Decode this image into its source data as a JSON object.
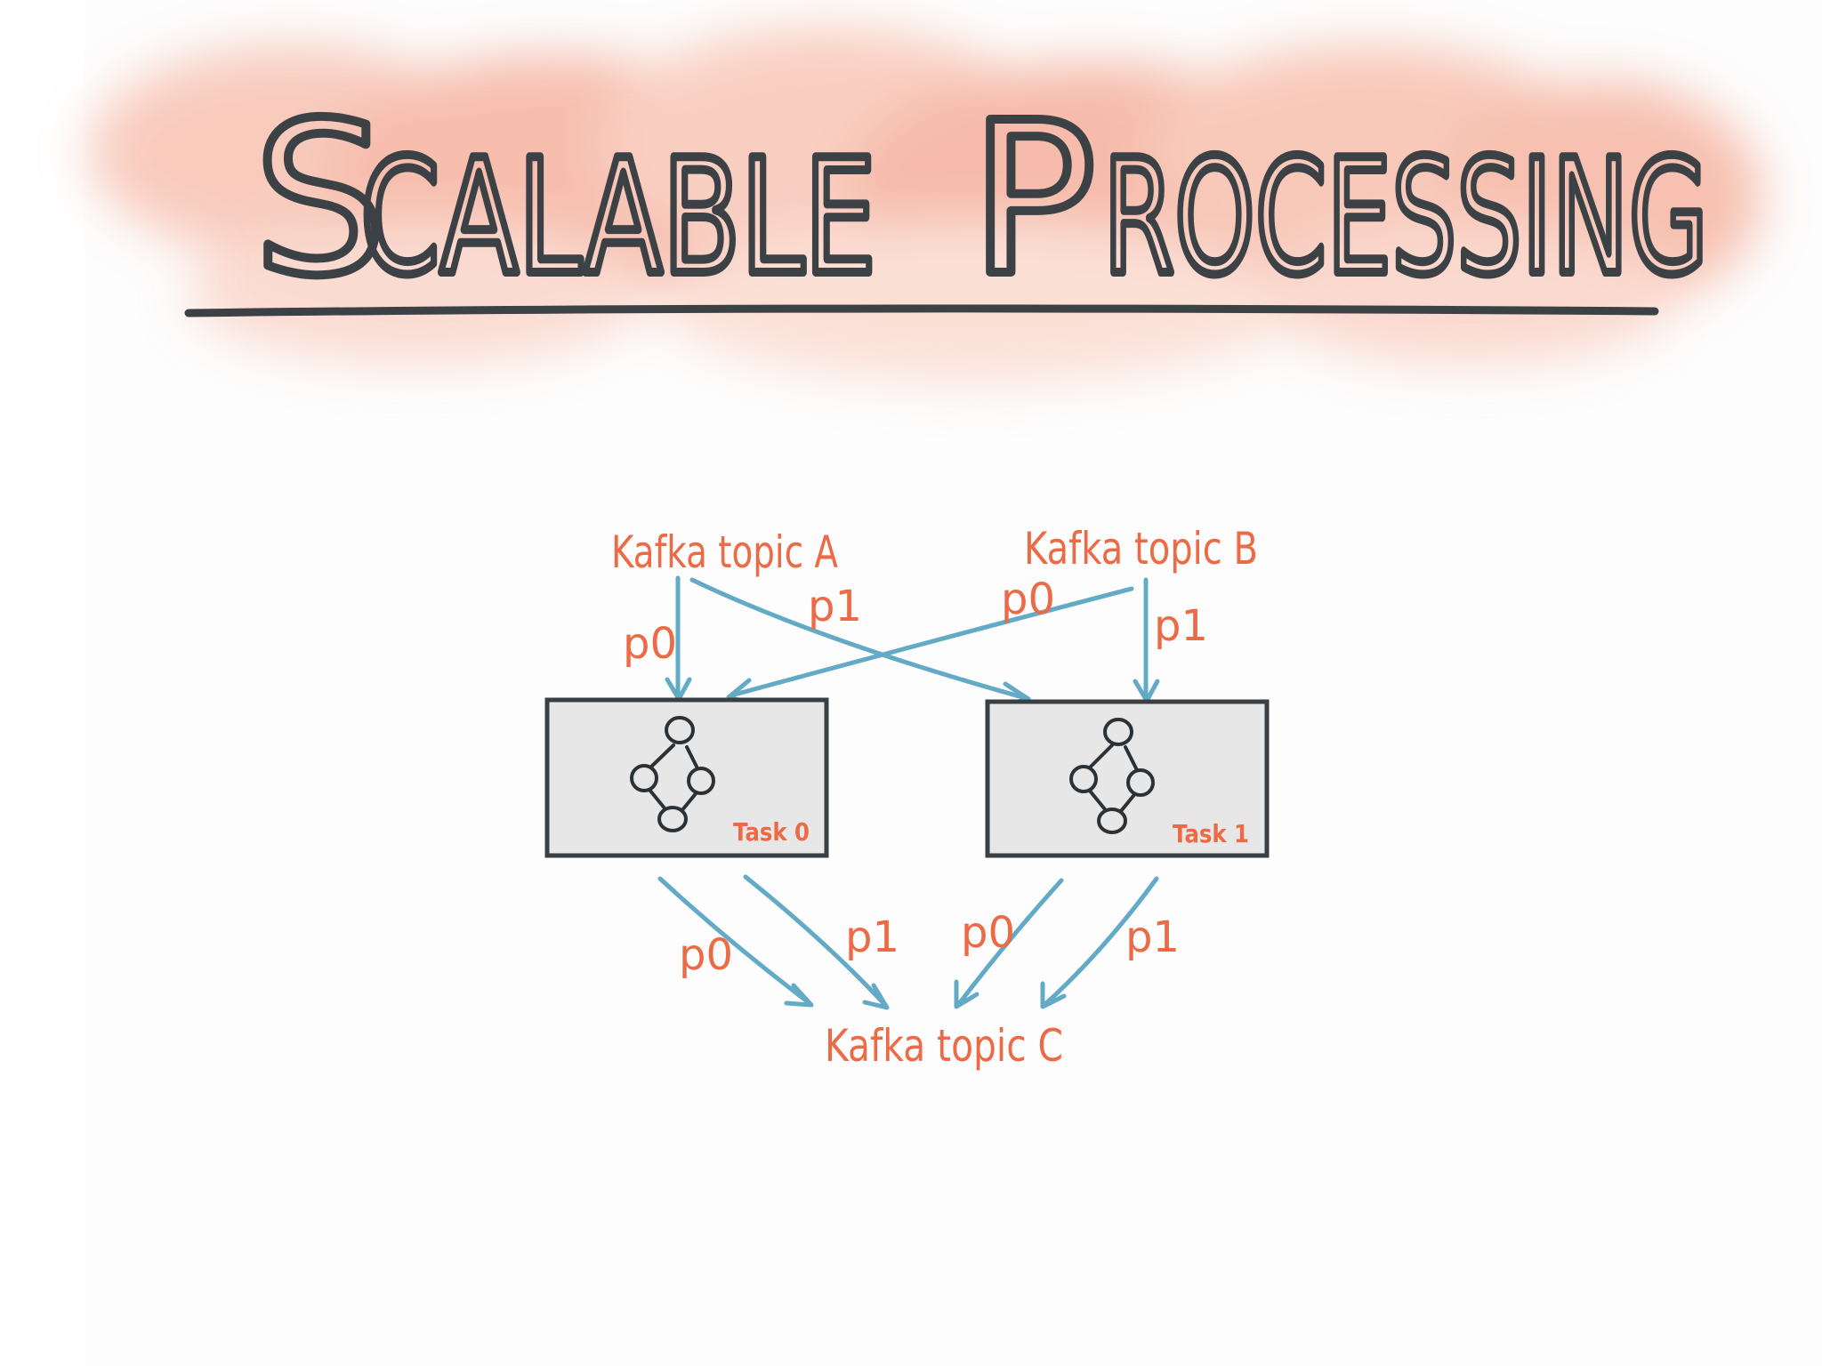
{
  "title": {
    "cap_s": "S",
    "rest_1": "CALABLE",
    "cap_p": "P",
    "rest_2": "ROCESSING"
  },
  "topics": {
    "a": "Kafka topic A",
    "b": "Kafka topic B",
    "c": "Kafka topic C"
  },
  "partitions": {
    "a_p0": "p0",
    "a_p1": "p1",
    "b_p0": "p0",
    "b_p1": "p1",
    "t0_p0": "p0",
    "t0_p1": "p1",
    "t1_p0": "p0",
    "t1_p1": "p1"
  },
  "tasks": {
    "task0": "Task 0",
    "task1": "Task 1"
  },
  "colors": {
    "title_ink": "#3c4145",
    "watercolor": "#f6b9a8",
    "label_orange": "#ec6a45",
    "arrow_blue": "#62aac6",
    "task_fill": "#e7e7e8"
  }
}
